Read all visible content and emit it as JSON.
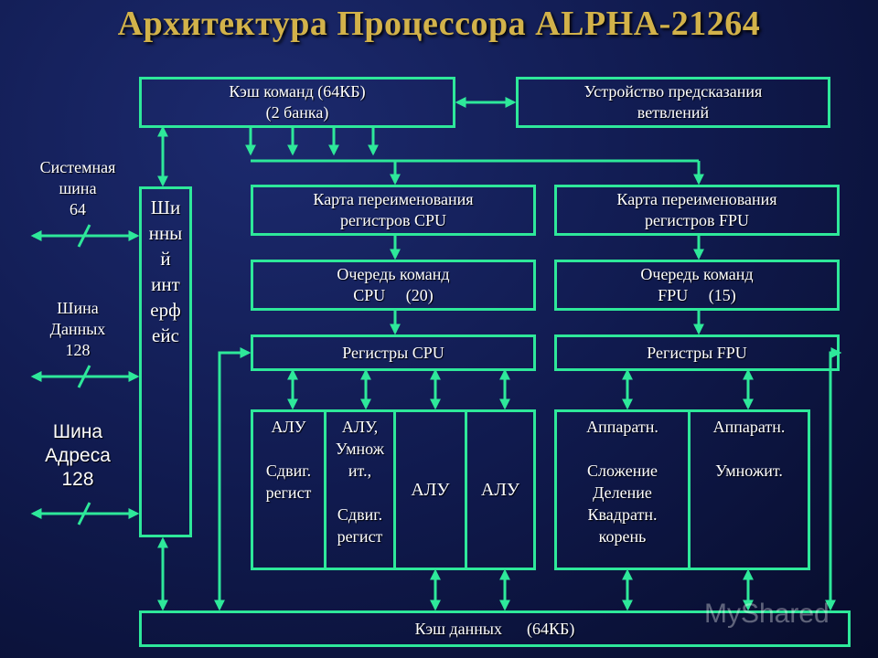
{
  "title": "Архитектура Процессора ALPHA-21264",
  "icache": {
    "line1": "Кэш команд (64КБ)",
    "line2": "(2 банка)"
  },
  "branch": {
    "line1": "Устройство предсказания",
    "line2": "ветвлений"
  },
  "cpu_rename": {
    "line1": "Карта переименования",
    "line2": "регистров CPU"
  },
  "fpu_rename": {
    "line1": "Карта переименования",
    "line2": "регистров FPU"
  },
  "cpu_queue": {
    "line1": "Очередь команд",
    "line2": "CPU     (20)"
  },
  "fpu_queue": {
    "line1": "Очередь команд",
    "line2": "FPU     (15)"
  },
  "cpu_regs": "Регистры CPU",
  "fpu_regs": "Регистры FPU",
  "bus_interface": [
    "Ши",
    "нны",
    "й",
    "инт",
    "ерф",
    "ейс"
  ],
  "system_bus": [
    "Системная",
    "шина",
    "64"
  ],
  "data_bus": [
    "Шина",
    "Данных",
    "128"
  ],
  "address_bus": [
    "Шина",
    "Адреса",
    "128"
  ],
  "alu1": [
    "АЛУ",
    "",
    "Сдвиг.",
    "регист"
  ],
  "alu2": [
    "АЛУ,",
    "Умнож",
    "ит.,",
    "",
    "Сдвиг.",
    "регист"
  ],
  "alu3": "АЛУ",
  "alu4": "АЛУ",
  "fpu_add": [
    "Аппаратн.",
    "",
    "Сложение",
    "Деление",
    "Квадратн.",
    "корень"
  ],
  "fpu_mul": [
    "Аппаратн.",
    "",
    "Умножит."
  ],
  "dcache": "Кэш данных      (64КБ)",
  "watermark": "MyShared",
  "colors": {
    "accent": "#2ee89a",
    "title": "#d2b24a",
    "background": "#101a4e"
  }
}
